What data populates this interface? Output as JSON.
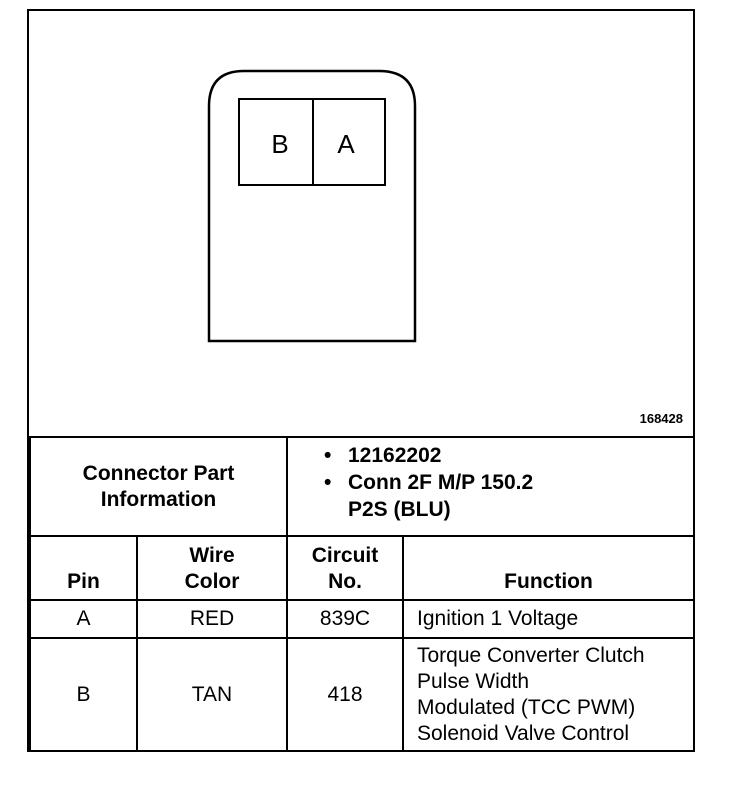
{
  "figure": {
    "connector_pins": [
      "B",
      "A"
    ],
    "figure_id": "168428"
  },
  "connector_info": {
    "label_line1": "Connector Part",
    "label_line2": "Information",
    "part_number": "12162202",
    "conn_line1": "Conn 2F M/P 150.2",
    "conn_line2": "P2S (BLU)"
  },
  "table": {
    "headers": {
      "pin": "Pin",
      "wire_color_line1": "Wire",
      "wire_color_line2": "Color",
      "circuit_line1": "Circuit",
      "circuit_line2": "No.",
      "function": "Function"
    },
    "rows": [
      {
        "pin": "A",
        "wire_color": "RED",
        "circuit": "839C",
        "function": [
          "Ignition 1 Voltage"
        ]
      },
      {
        "pin": "B",
        "wire_color": "TAN",
        "circuit": "418",
        "function": [
          "Torque Converter Clutch",
          "Pulse Width",
          "Modulated (TCC PWM)",
          "Solenoid Valve Control"
        ]
      }
    ]
  }
}
